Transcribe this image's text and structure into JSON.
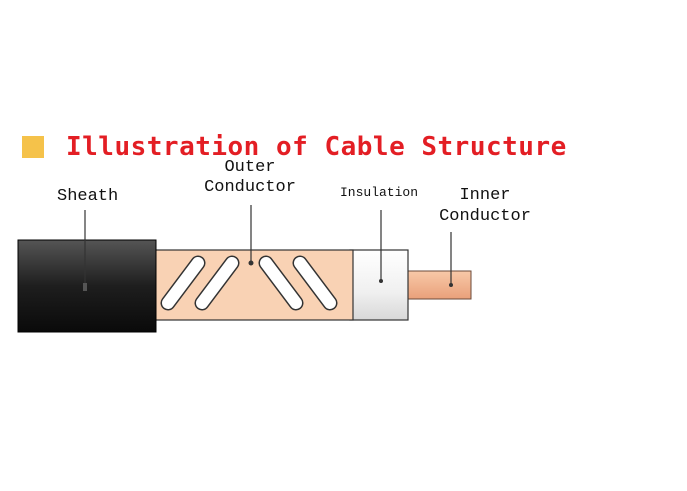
{
  "title": "Illustration of Cable Structure",
  "labels": {
    "sheath": "Sheath",
    "outer_conductor_line1": "Outer",
    "outer_conductor_line2": "Conductor",
    "insulation": "Insulation",
    "inner_conductor_line1": "Inner",
    "inner_conductor_line2": "Conductor"
  },
  "colors": {
    "title": "#e31e24",
    "bullet": "#f5c24a",
    "sheath": "#1a1a1a",
    "outer_conductor": "#f9d2b4",
    "insulation": "#f4f4f4",
    "inner_conductor": "#f3b58f"
  }
}
